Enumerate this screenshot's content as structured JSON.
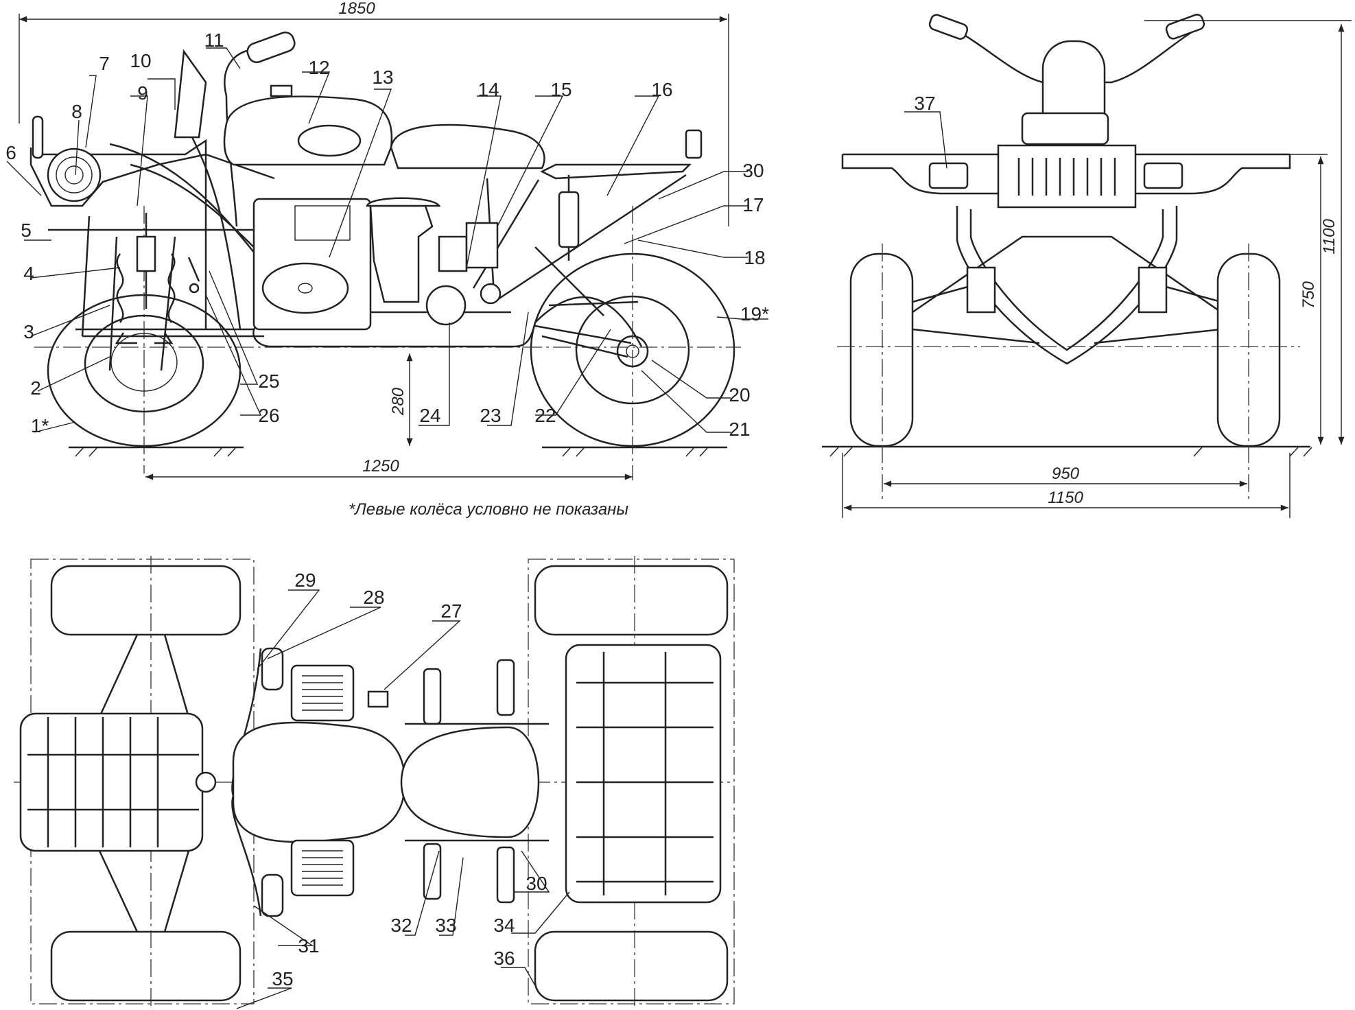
{
  "side_view": {
    "dims": {
      "overall_length": "1850",
      "wheelbase": "1250",
      "ground_clearance": "280"
    },
    "note": "*Левые колёса условно не показаны",
    "callouts": [
      "1*",
      "2",
      "3",
      "4",
      "5",
      "6",
      "7",
      "8",
      "9",
      "10",
      "11",
      "12",
      "13",
      "14",
      "15",
      "16",
      "17",
      "18",
      "19*",
      "20",
      "21",
      "22",
      "23",
      "24",
      "25",
      "26",
      "30"
    ]
  },
  "front_view": {
    "dims": {
      "height": "1100",
      "seat_height": "750",
      "track": "950",
      "width": "1150"
    },
    "callouts": [
      "37"
    ]
  },
  "top_view": {
    "callouts": [
      "27",
      "28",
      "29",
      "30",
      "31",
      "32",
      "33",
      "34",
      "35",
      "36"
    ]
  }
}
